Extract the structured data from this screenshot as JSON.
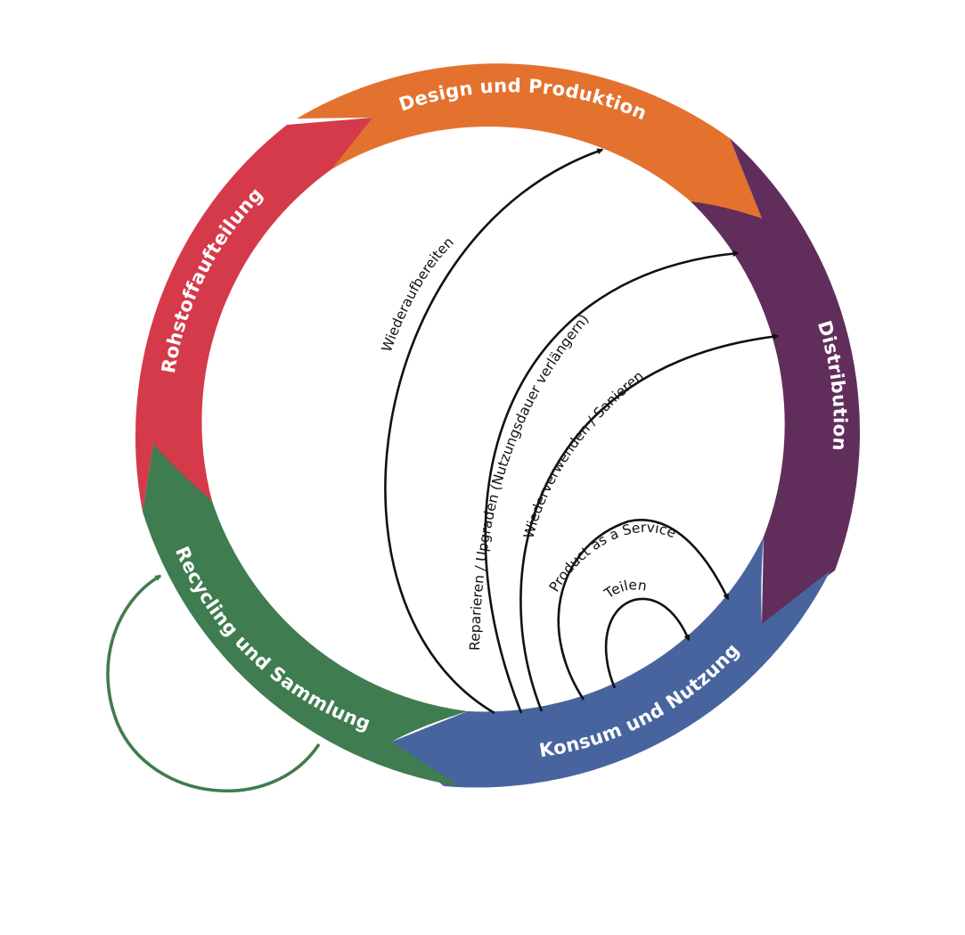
{
  "segments": [
    {
      "id": "design",
      "label": "Design und Produktion",
      "color": "#E3722F"
    },
    {
      "id": "distribution",
      "label": "Distribution",
      "color": "#612E5C"
    },
    {
      "id": "konsum",
      "label": "Konsum und Nutzung",
      "color": "#48649F"
    },
    {
      "id": "recycling",
      "label": "Recycling und Sammlung",
      "color": "#3F7C4F"
    },
    {
      "id": "rohstoff",
      "label": "Rohstoffaufteilung",
      "color": "#D53A4A"
    }
  ],
  "loops": [
    {
      "id": "wiederaufbereiten",
      "label": "Wiederaufbereiten"
    },
    {
      "id": "reparieren",
      "label": "Reparieren / Upgraden (Nutzungsdauer verlängern)"
    },
    {
      "id": "wiederverwenden",
      "label": "Wiederverwenden / Sanieren"
    },
    {
      "id": "paas",
      "label": "Product as a Service"
    },
    {
      "id": "teilen",
      "label": "Teilen"
    }
  ],
  "colors": {
    "loop_arrow": "#111111",
    "recycling_loop": "#3F7C4F",
    "background": "#FFFFFF"
  }
}
